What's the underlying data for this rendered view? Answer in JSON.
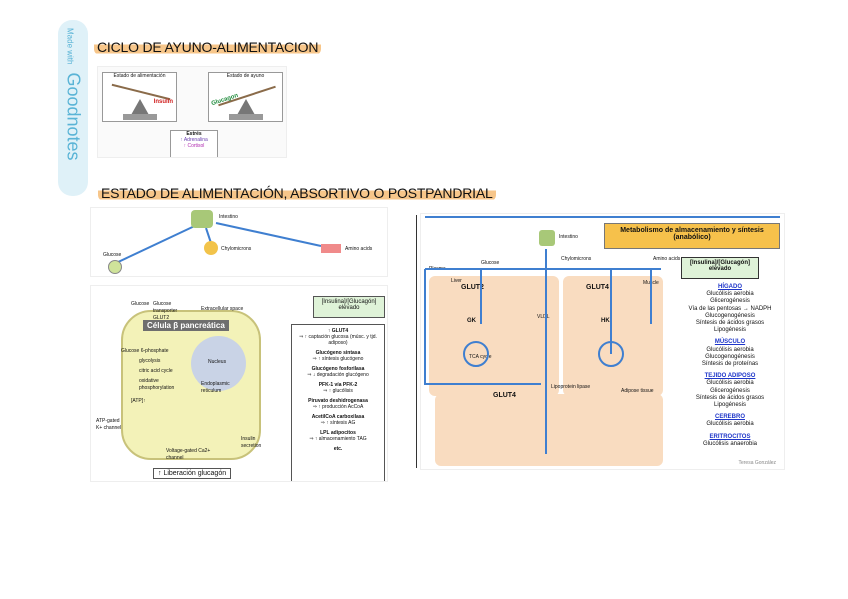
{
  "badge": {
    "line1": "Made with",
    "line2": "Goodnotes"
  },
  "section1": {
    "title": "CICLO DE AYUNO-ALIMENTACION",
    "image": {
      "fed_label": "Estado de alimentación",
      "fast_label": "Estado de ayuno",
      "insulin": "Insulin",
      "glucagon": "Glucagon",
      "stress_title": "Estrés",
      "stress_items": [
        "↑ Adrenalina",
        "↑ Cortisol"
      ]
    }
  },
  "section2": {
    "title": "ESTADO DE ALIMENTACIÓN, ABSORTIVO O POSTPANDRIAL",
    "top_diagram": {
      "intestine": "Intestino",
      "glucose": "Glucose",
      "chylomicrons": "Chylomicrons",
      "amino_acids": "Amino acids"
    },
    "beta_cell": {
      "title": "Célula β pancreática",
      "release": "↑ Liberación glucagón",
      "labels": [
        "Glucose",
        "Glucose transporter GLUT2",
        "Extracellular space",
        "Glucose 6-phosphate",
        "glycolysis",
        "citric acid cycle",
        "oxidative phosphorylation",
        "[ATP]↑",
        "ATP-gated K+ channel",
        "Voltage-gated Ca2+ channel",
        "Nucleus",
        "Endoplasmic reticulum",
        "Insulin secretion"
      ]
    },
    "ratio_box": "[Insulina]/[Glucagón] elevado",
    "effects": [
      {
        "title": "↑ GLUT4",
        "detail": "⇒ ↑ captación glucosa (músc. y tjd. adiposo)"
      },
      {
        "title": "Glucógeno sintasa",
        "detail": "⇒ ↑ síntesis glucógeno"
      },
      {
        "title": "Glucógeno fosforilasa",
        "detail": "⇒ ↓ degradación glucógeno"
      },
      {
        "title": "PFK-1 vía PFK-2",
        "detail": "⇒ ↑ glucólisis"
      },
      {
        "title": "Piruvato deshidrogenasa",
        "detail": "⇒ ↑ producción AcCoA"
      },
      {
        "title": "AcetilCoA carboxilasa",
        "detail": "⇒ ↑ síntesis AG"
      },
      {
        "title": "LPL adipocitos",
        "detail": "⇒ ↑ almacenamiento TAG"
      }
    ],
    "effects_etc": "etc."
  },
  "metabolism": {
    "header": "Metabolismo de almacenamiento y síntesis (anabólico)",
    "ratio_box": "[Insulina]/[Glucagón] elevado",
    "diagram_labels": {
      "intestine": "Intestino",
      "glucose": "Glucose",
      "chylomicrons": "Chylomicrons",
      "amino_acids": "Amino acids",
      "plasma": "Plasma",
      "liver": "Liver",
      "muscle": "Muscle",
      "adipose": "Adipose tissue",
      "glut2": "GLUT2",
      "glut4a": "GLUT4",
      "glut4b": "GLUT4",
      "gk": "GK",
      "hk": "HK",
      "tca": "TCA cycle",
      "vldl": "VLDL",
      "lpl": "Lipoprotein lipase"
    },
    "organs": [
      {
        "name": "HÍGADO",
        "items": [
          "Glucólisis aerobia",
          "Glicerogénesis",
          "Vía de las pentosas → NADPH",
          "Glucogenogénesis",
          "Síntesis de ácidos grasos",
          "Lipogénesis"
        ]
      },
      {
        "name": "MÚSCULO",
        "items": [
          "Glucólisis aerobia",
          "Glucogenogénesis",
          "Síntesis de proteínas"
        ]
      },
      {
        "name": "TEJIDO ADIPOSO",
        "items": [
          "Glucólisis aerobia",
          "Glicerogénesis",
          "Síntesis de ácidos grasos",
          "Lipogénesis"
        ]
      },
      {
        "name": "CEREBRO",
        "items": [
          "Glucólisis aerobia"
        ]
      },
      {
        "name": "ERITROCITOS",
        "items": [
          "Glucólisis anaerobia"
        ]
      }
    ],
    "credit": "Teresa González"
  },
  "colors": {
    "badge": "#dff1f8",
    "highlight": "#f7c68a",
    "cell": "#f9dcc0",
    "arrow": "#3f7fd0",
    "header": "#f6c14b",
    "organ_link": "#1d35c9"
  }
}
